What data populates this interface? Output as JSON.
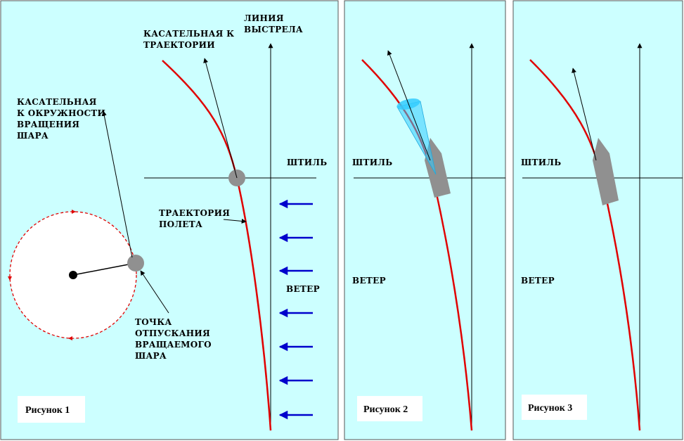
{
  "panel1": {
    "caption": "Рисунок 1",
    "line_of_fire": [
      "ЛИНИЯ",
      "ВЫСТРЕЛА"
    ],
    "tangent_trajectory": [
      "КАСАТЕЛЬНАЯ К",
      "ТРАЕКТОРИИ"
    ],
    "tangent_circle": [
      "КАСАТЕЛЬНАЯ",
      "К ОКРУЖНОСТИ",
      "ВРАЩЕНИЯ",
      "ШАРА"
    ],
    "calm": "ШТИЛЬ",
    "flight_path": [
      "ТРАЕКТОРИЯ",
      "ПОЛЕТА"
    ],
    "wind": "ВЕТЕР",
    "release_point": [
      "ТОЧКА",
      "ОТПУСКАНИЯ",
      "ВРАЩАЕМОГО",
      "ШАРА"
    ]
  },
  "panel2": {
    "caption": "Рисунок 2",
    "calm": "ШТИЛЬ",
    "wind": "ВЕТЕР"
  },
  "panel3": {
    "caption": "Рисунок 3",
    "calm": "ШТИЛЬ",
    "wind": "ВЕТЕР"
  },
  "colors": {
    "panel_bg": "#ccffff",
    "trajectory": "#e00000",
    "wind_arrow": "#0000cc",
    "body_gray": "#909090",
    "cone": "#33ccff"
  }
}
